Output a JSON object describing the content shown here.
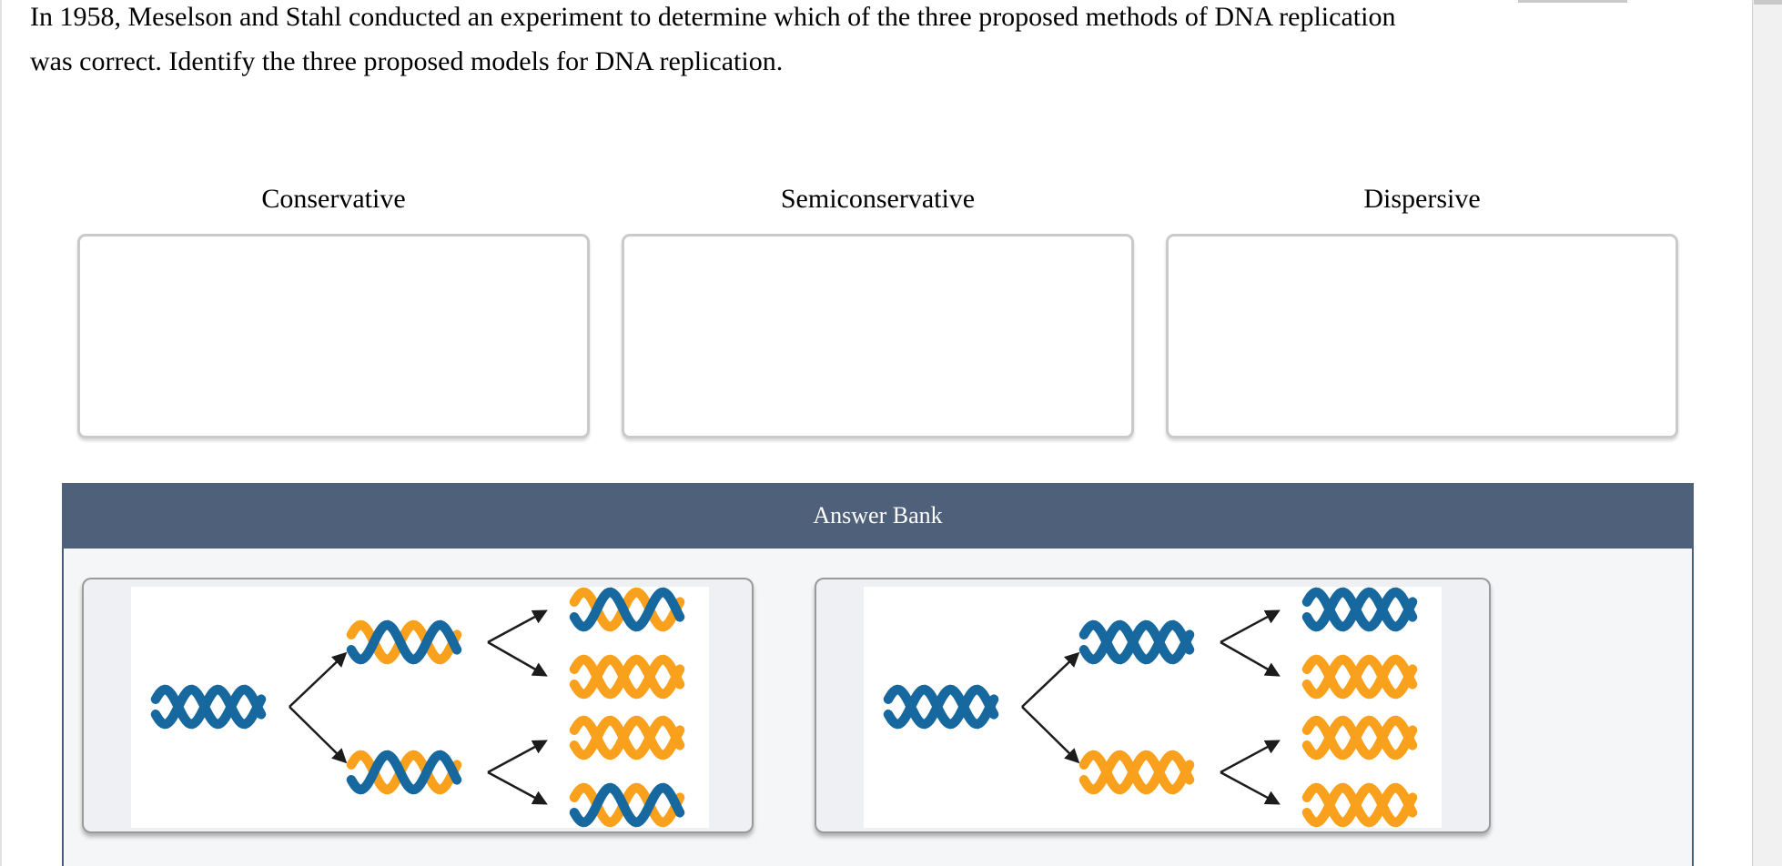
{
  "question": {
    "line1": "In 1958, Meselson and Stahl conducted an experiment to determine which of the three proposed methods of DNA replication",
    "line2": "was correct. Identify the three proposed models for DNA replication."
  },
  "bins": [
    {
      "label": "Conservative"
    },
    {
      "label": "Semiconservative"
    },
    {
      "label": "Dispersive"
    }
  ],
  "answer_bank": {
    "title": "Answer Bank",
    "items": [
      {
        "name": "semiconservative-diagram",
        "parent": [
          "blue",
          "blue"
        ],
        "generation1": [
          [
            "orange",
            "blue"
          ],
          [
            "orange",
            "blue"
          ]
        ],
        "generation2": [
          [
            "orange",
            "blue"
          ],
          [
            "orange",
            "orange"
          ],
          [
            "orange",
            "orange"
          ],
          [
            "orange",
            "blue"
          ]
        ]
      },
      {
        "name": "conservative-diagram",
        "parent": [
          "blue",
          "blue"
        ],
        "generation1": [
          [
            "blue",
            "blue"
          ],
          [
            "orange",
            "orange"
          ]
        ],
        "generation2": [
          [
            "blue",
            "blue"
          ],
          [
            "orange",
            "orange"
          ],
          [
            "orange",
            "orange"
          ],
          [
            "orange",
            "orange"
          ]
        ]
      }
    ]
  },
  "colors": {
    "ui": {
      "header_bg": "#4f617a",
      "bank_bg": "#f5f6f7",
      "bank_border": "#4c5d76"
    },
    "dna": {
      "blue": "#16689e",
      "orange": "#f9a11d"
    },
    "arrow": "#1c1c1c"
  }
}
